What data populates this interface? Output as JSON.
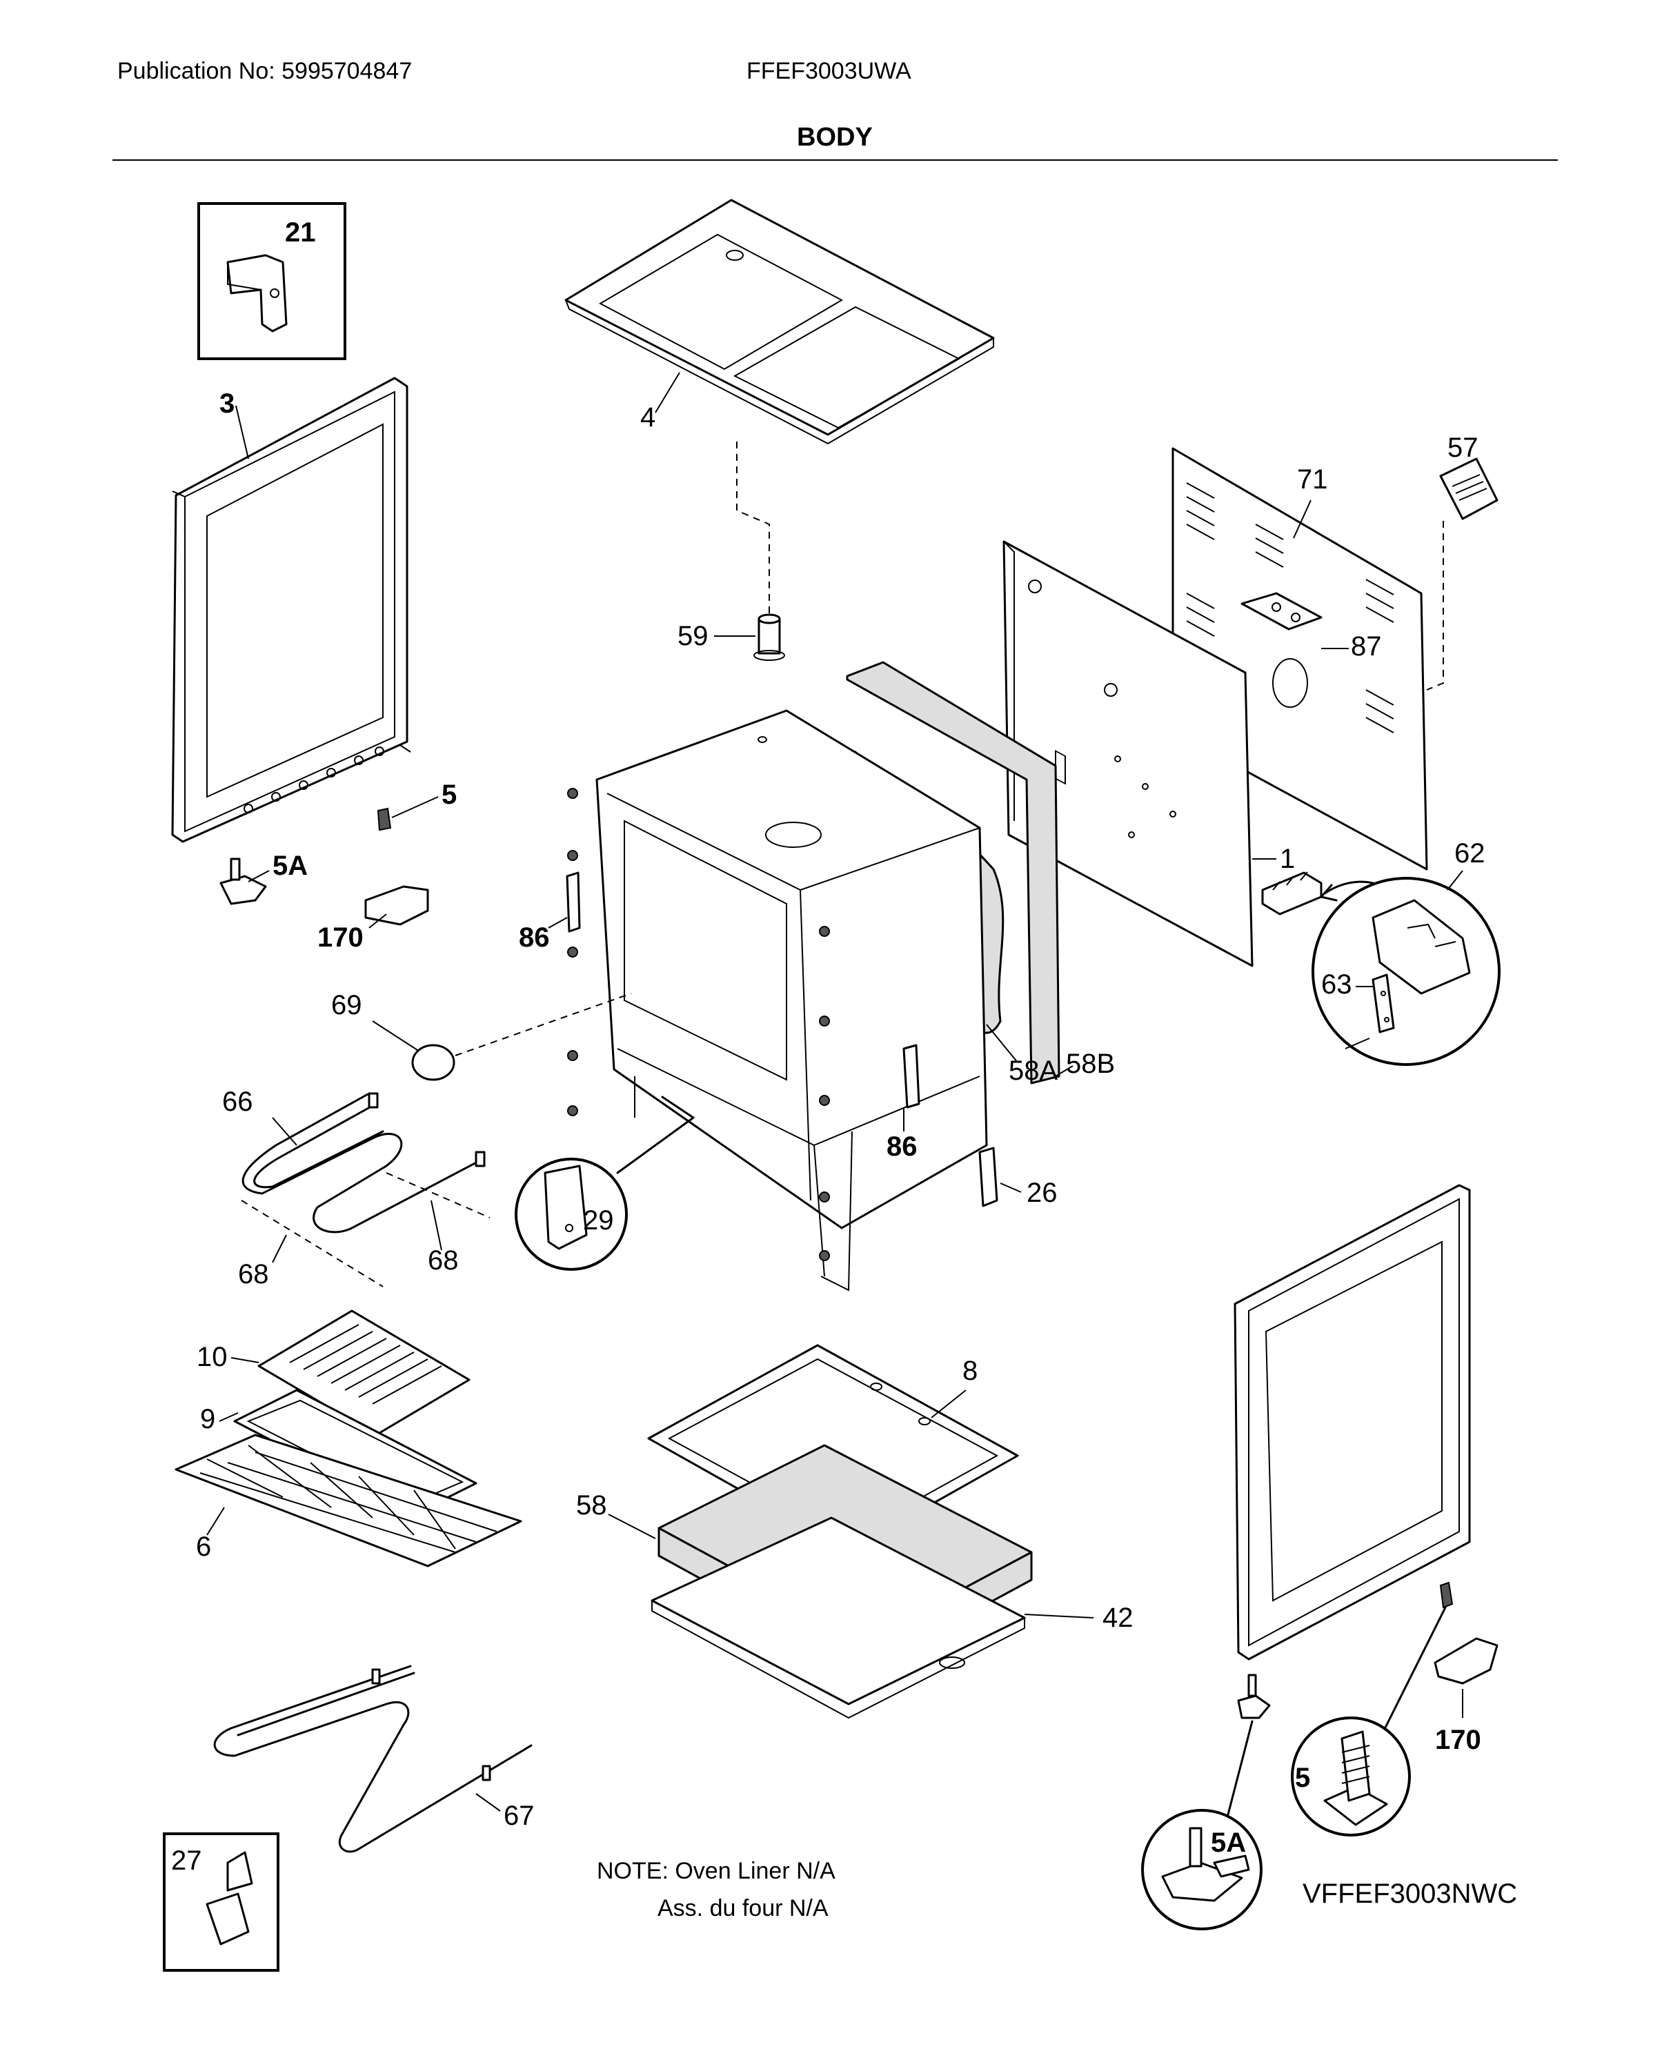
{
  "header": {
    "publication": "Publication No: 5995704847",
    "model": "FFEF3003UWA",
    "section_title": "BODY"
  },
  "callouts": {
    "c21": "21",
    "c3": "3",
    "c4": "4",
    "c57": "57",
    "c71": "71",
    "c59": "59",
    "c87": "87",
    "c5_top": "5",
    "c5a_top": "5A",
    "c170_top": "170",
    "c86_left": "86",
    "c1": "1",
    "c62": "62",
    "c63": "63",
    "c69": "69",
    "c58a": "58A",
    "c58b": "58B",
    "c66": "66",
    "c86_right": "86",
    "c26": "26",
    "c29": "29",
    "c68_left": "68",
    "c68_right": "68",
    "c10": "10",
    "c8": "8",
    "c9": "9",
    "c6": "6",
    "c58": "58",
    "c42": "42",
    "c170_bottom": "170",
    "c5_bottom": "5",
    "c67": "67",
    "c27": "27",
    "c5a_bottom": "5A"
  },
  "note": {
    "line1": "NOTE: Oven Liner N/A",
    "line2": "Ass. du four N/A"
  },
  "footer_code": "VFFEF3003NWC"
}
